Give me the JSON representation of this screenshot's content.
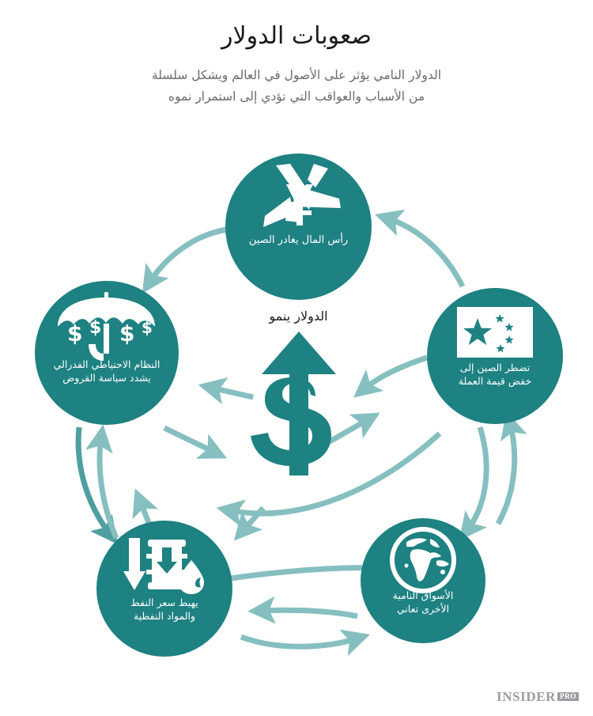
{
  "header": {
    "title": "صعوبات الدولار",
    "subtitle_line1": "الدولار النامي يؤثر على الأصول في العالم ويشكل سلسلة",
    "subtitle_line2": "من الأسباب والعواقب التي تؤدي إلى استمرار نموه"
  },
  "center": {
    "label": "الدولار ينمو",
    "icon": "dollar-up-arrow-icon"
  },
  "nodes": [
    {
      "id": "top",
      "icon": "airplane-yuan-icon",
      "label": "رأس المال يغادر الصين"
    },
    {
      "id": "right",
      "icon": "china-flag-icon",
      "label_line1": "تضطر الصين إلى",
      "label_line2": "خفض قيمة العملة"
    },
    {
      "id": "left",
      "icon": "umbrella-dollars-icon",
      "label_line1": "النظام الاحتياطي الفدرالي",
      "label_line2": "يشدد سياسة القروض"
    },
    {
      "id": "bottomleft",
      "icon": "oil-barrel-down-icon",
      "label_line1": "يهبط سعر النفط",
      "label_line2": "والمواد النفطية"
    },
    {
      "id": "bottomright",
      "icon": "globe-icon",
      "label_line1": "الأسواق النامية",
      "label_line2": "الأخرى تعاني"
    }
  ],
  "footer": {
    "word": "INSIDER",
    "badge": "PRO"
  },
  "colors": {
    "teal": "#1e8182",
    "arrow": "#86bfc0",
    "arrow_dark": "#4e9fa2",
    "title": "#1a1a1a",
    "subtitle": "#6a6a6a",
    "logo": "#9a9ea3",
    "background": "#ffffff"
  },
  "flow_edges": [
    {
      "from": "top",
      "to": "left",
      "style": "curved-arrow"
    },
    {
      "from": "right",
      "to": "top",
      "style": "curved-arrow"
    },
    {
      "from": "right",
      "to": "center",
      "style": "curved-arrow"
    },
    {
      "from": "center",
      "to": "left",
      "style": "straight-arrow"
    },
    {
      "from": "left",
      "to": "center",
      "style": "straight-arrow"
    },
    {
      "from": "center",
      "to": "right",
      "style": "straight-arrow"
    },
    {
      "from": "left",
      "to": "bottomleft",
      "style": "curved-arrow"
    },
    {
      "from": "bottomleft",
      "to": "left",
      "style": "curved-arrow"
    },
    {
      "from": "bottomleft",
      "to": "center",
      "style": "straight-arrow"
    },
    {
      "from": "center",
      "to": "bottomleft",
      "style": "straight-arrow"
    },
    {
      "from": "right",
      "to": "bottomright",
      "style": "curved-arrow"
    },
    {
      "from": "bottomright",
      "to": "right",
      "style": "curved-arrow"
    },
    {
      "from": "right",
      "to": "bottomleft",
      "style": "long-curved-arrow"
    },
    {
      "from": "center",
      "to": "bottomright",
      "style": "long-curved-arrow"
    },
    {
      "from": "bottomright",
      "to": "bottomleft",
      "style": "curved-arrow"
    },
    {
      "from": "bottomleft",
      "to": "bottomright",
      "style": "curved-arrow"
    }
  ]
}
